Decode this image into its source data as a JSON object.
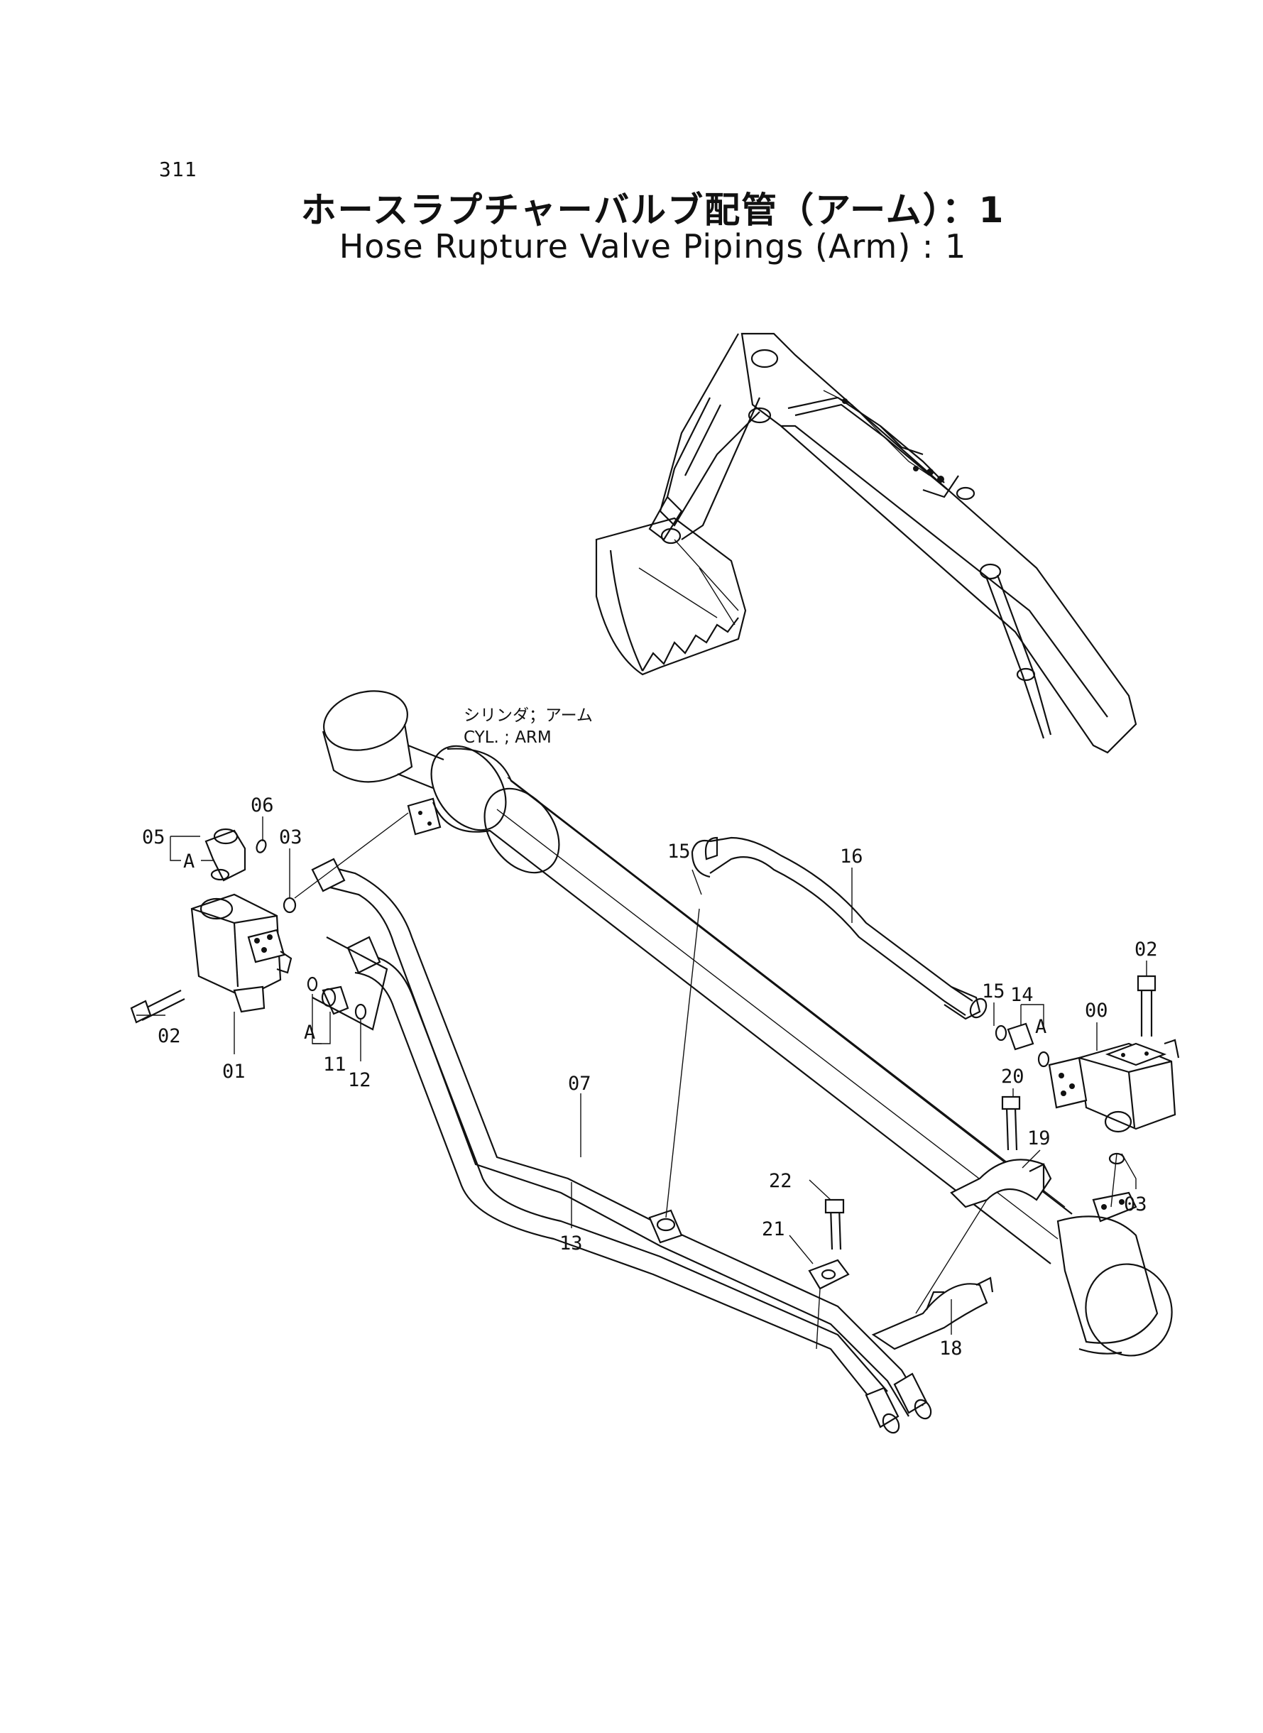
{
  "page": {
    "number": "311",
    "title_jp": "ホースラプチャーバルブ配管（アーム）：1",
    "title_en": "Hose Rupture Valve Pipings (Arm) : 1"
  },
  "cylinder_label": {
    "jp": "シリンダ；アーム",
    "en": "CYL. ; ARM"
  },
  "callouts": {
    "p00": "00",
    "p01": "01",
    "p02_left": "02",
    "p02_right": "02",
    "p03_left": "03",
    "p03_right": "03",
    "p05": "05",
    "p06": "06",
    "p07": "07",
    "p11": "11",
    "p12": "12",
    "p13": "13",
    "p14": "14",
    "p15_top": "15",
    "p15_right": "15",
    "p16": "16",
    "p18": "18",
    "p19": "19",
    "p20": "20",
    "p21": "21",
    "p22": "22",
    "ref_a1": "A",
    "ref_a2": "A",
    "ref_a3": "A"
  }
}
